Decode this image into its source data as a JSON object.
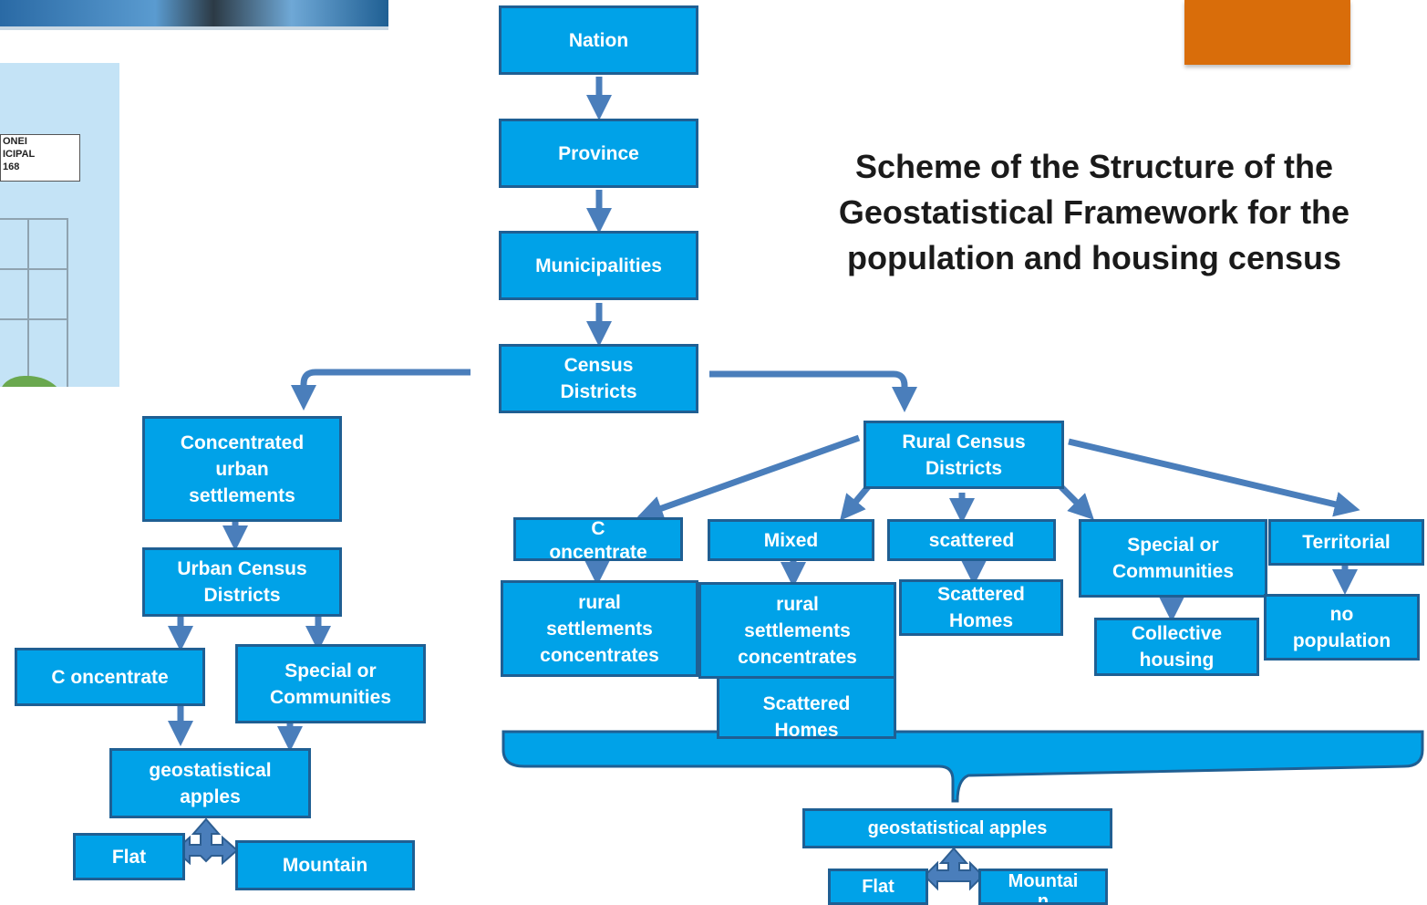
{
  "title": {
    "line1": "Scheme of the Structure of the",
    "line2": "Geostatistical Framework for the",
    "line3": "population and housing census"
  },
  "map_label": {
    "line1": "ONEI",
    "line2": "ICIPAL",
    "line3": "168"
  },
  "nodes": {
    "nation": "Nation",
    "province": "Province",
    "municipalities": "Municipalities",
    "census_districts": {
      "line1": "Census",
      "line2": "Districts"
    },
    "concentrated_urban": {
      "line1": "Concentrated",
      "line2": "urban",
      "line3": "settlements"
    },
    "urban_census_districts": {
      "line1": "Urban Census",
      "line2": "Districts"
    },
    "urban_concentrate": "C oncentrate",
    "urban_special": {
      "line1": "Special or",
      "line2": "Communities"
    },
    "urban_apples": {
      "line1": "geostatistical",
      "line2": "apples"
    },
    "urban_flat": "Flat",
    "urban_mountain": "Mountain",
    "rural_census_districts": {
      "line1": "Rural Census",
      "line2": "Districts"
    },
    "rural_concentrate": {
      "line1": "C",
      "line2": "oncentrate"
    },
    "rural_mixed": "Mixed",
    "rural_scattered": "scattered",
    "rural_special": {
      "line1": "Special or",
      "line2": "Communities"
    },
    "rural_territorial": "Territorial",
    "concentrate_settlements": {
      "line1": "rural",
      "line2": "settlements",
      "line3": "concentrates"
    },
    "mixed_settlements": {
      "line1": "rural",
      "line2": "settlements",
      "line3": "concentrates"
    },
    "mixed_scattered_homes": {
      "line1": "Scattered",
      "line2": "Homes"
    },
    "scattered_homes": {
      "line1": "Scattered",
      "line2": "Homes"
    },
    "collective_housing": {
      "line1": "Collective",
      "line2": "housing"
    },
    "no_population": {
      "line1": "no",
      "line2": "population"
    },
    "rural_apples": "geostatistical apples",
    "rural_flat": "Flat",
    "rural_mountain": {
      "line1": "Mountai",
      "line2": "n"
    }
  },
  "colors": {
    "box_fill": "#00A2E8",
    "box_border": "#1F5F93",
    "arrow": "#4A7EBB",
    "accent": "#D96D0A"
  }
}
